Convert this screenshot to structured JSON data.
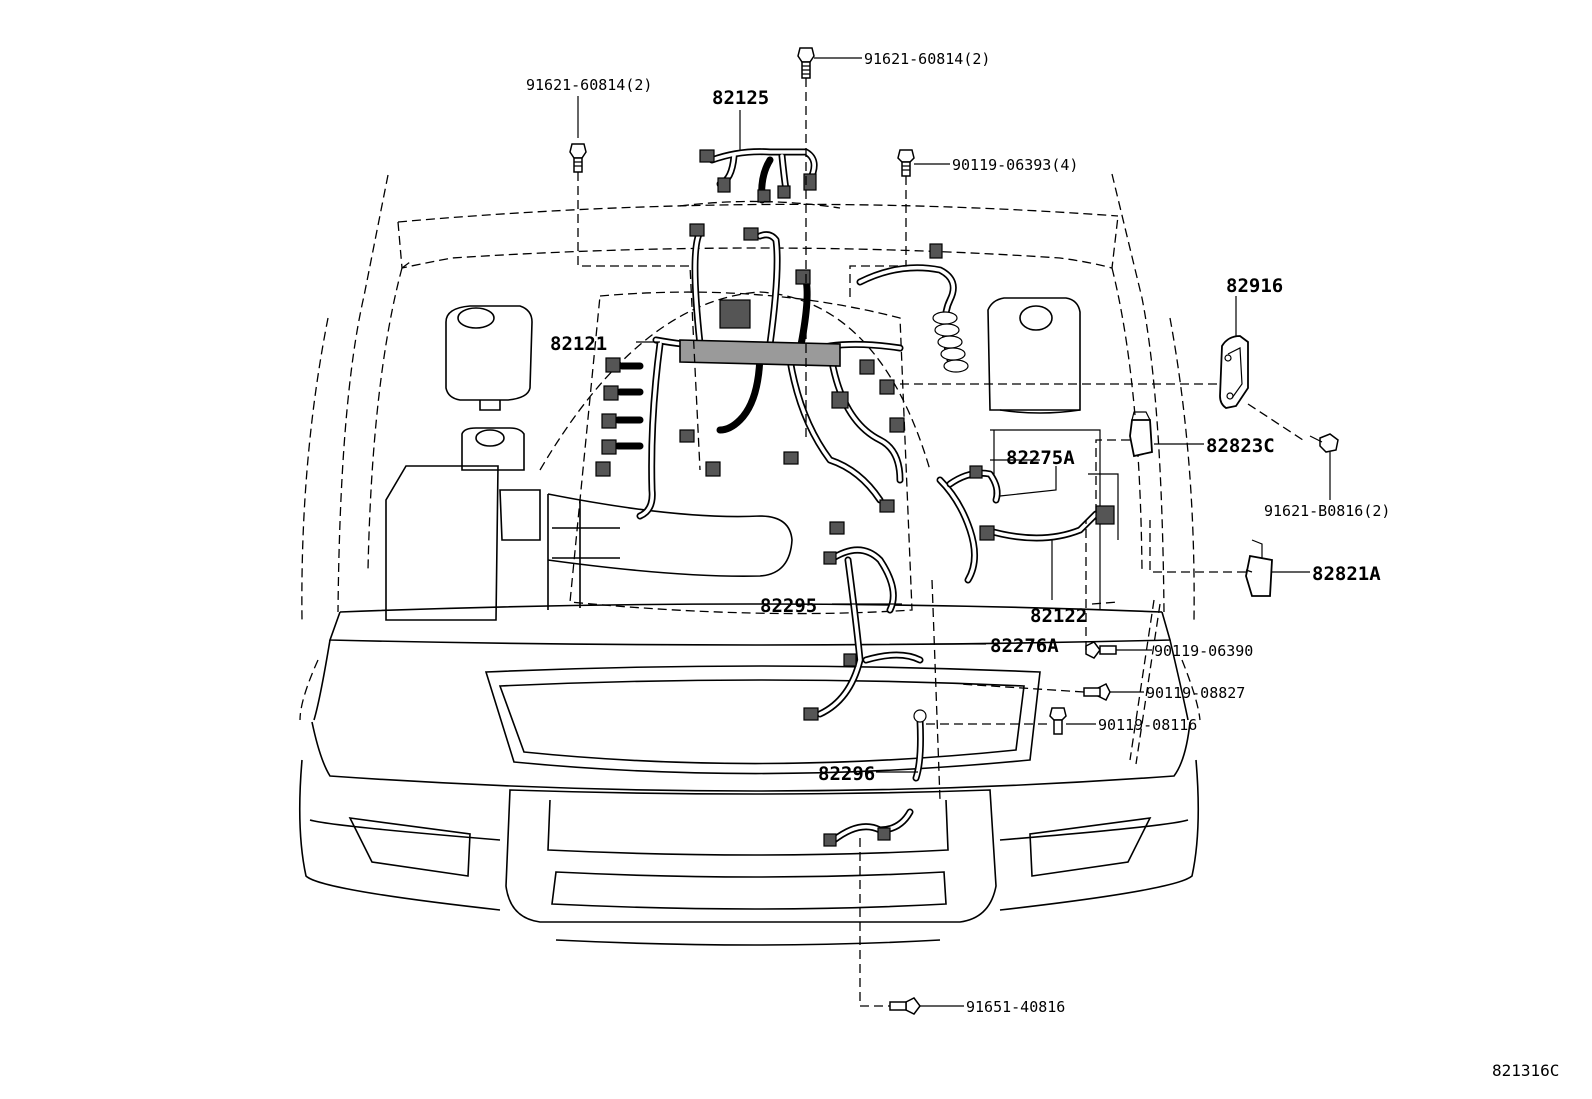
{
  "diagram": {
    "figure_code": "821316C",
    "labels": {
      "bolt_top": "91621-60814(2)",
      "bolt_left": "91621-60814(2)",
      "bolt_4": "90119-06393(4)",
      "harness_82125": "82125",
      "harness_82121": "82121",
      "cover_82916": "82916",
      "relay_82823C": "82823C",
      "bolt_b0816": "91621-B0816(2)",
      "wire_82275A": "82275A",
      "relay_82821A": "82821A",
      "wire_82295": "82295",
      "harness_82122": "82122",
      "wire_82276A": "82276A",
      "bolt_06390": "90119-06390",
      "bolt_08827": "90119-08827",
      "bolt_08116": "90119-08116",
      "wire_82296": "82296",
      "bolt_40816": "91651-40816"
    }
  }
}
